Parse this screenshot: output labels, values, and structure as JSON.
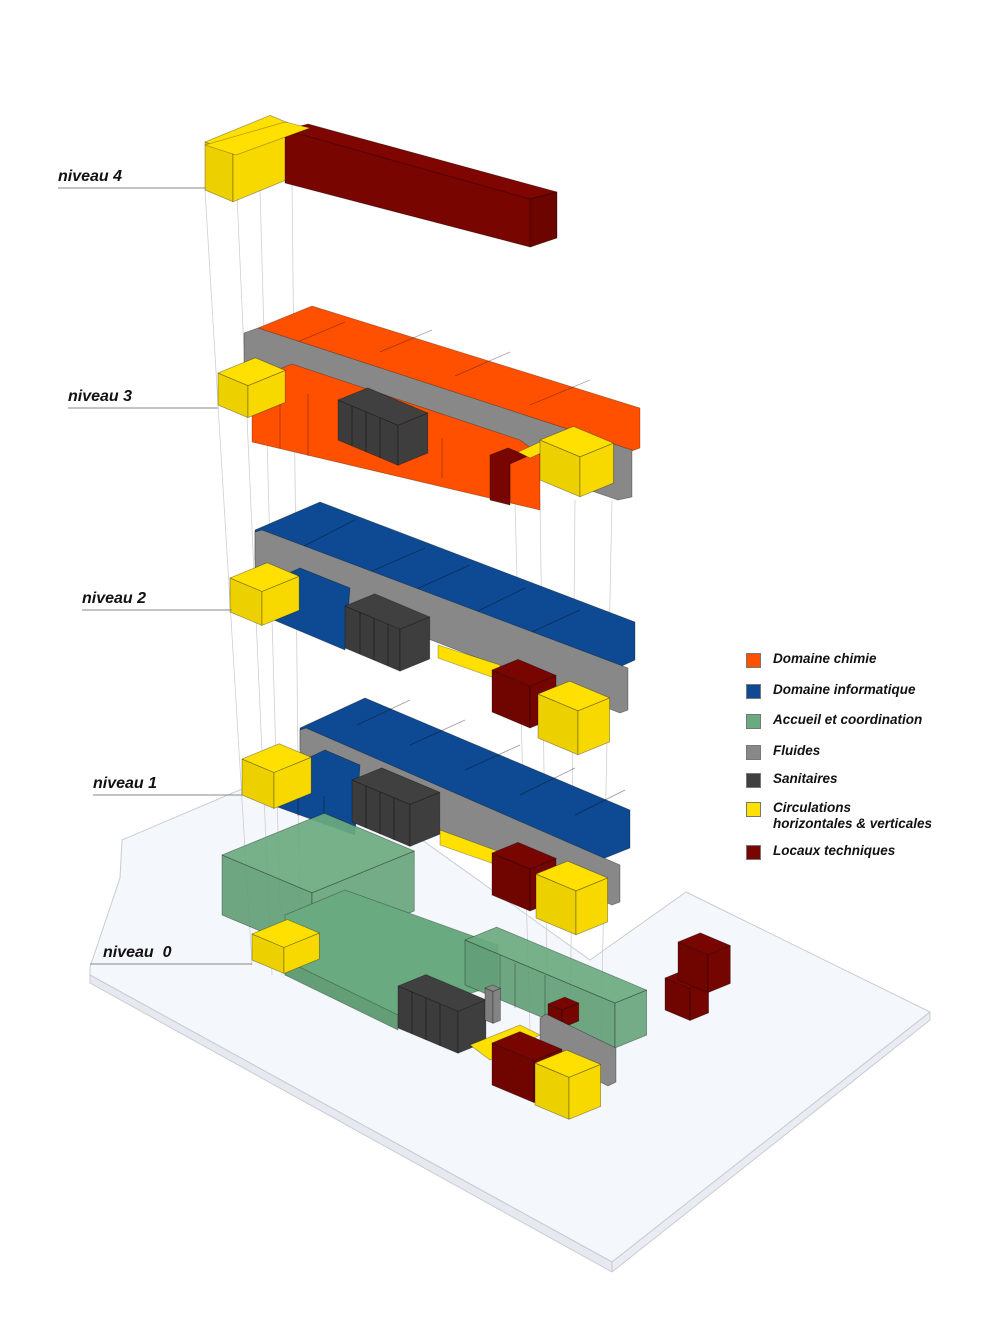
{
  "diagram": {
    "levels": [
      {
        "id": "n4",
        "label": "niveau 4"
      },
      {
        "id": "n3",
        "label": "niveau 3"
      },
      {
        "id": "n2",
        "label": "niveau 2"
      },
      {
        "id": "n1",
        "label": "niveau 1"
      },
      {
        "id": "n0",
        "label": "niveau  0"
      }
    ]
  },
  "legend": {
    "items": [
      {
        "label": "Domaine chimie",
        "color": "#FF5000"
      },
      {
        "label": "Domaine informatique",
        "color": "#0E4A93"
      },
      {
        "label": "Accueil et coordination",
        "color": "#6AAA80"
      },
      {
        "label": "Fluides",
        "color": "#888888"
      },
      {
        "label": "Sanitaires",
        "color": "#404040"
      },
      {
        "label": "Circulations\nhorizontales & verticales",
        "color": "#FFE000"
      },
      {
        "label": "Locaux techniques",
        "color": "#780500"
      }
    ]
  },
  "colors": {
    "chimie": "#FF5000",
    "informatique": "#0E4A93",
    "accueil": "#6AAA80",
    "fluides": "#888888",
    "sanitaires": "#404040",
    "circulations": "#FFE000",
    "techniques": "#780500",
    "site": "#F4F7FC"
  }
}
